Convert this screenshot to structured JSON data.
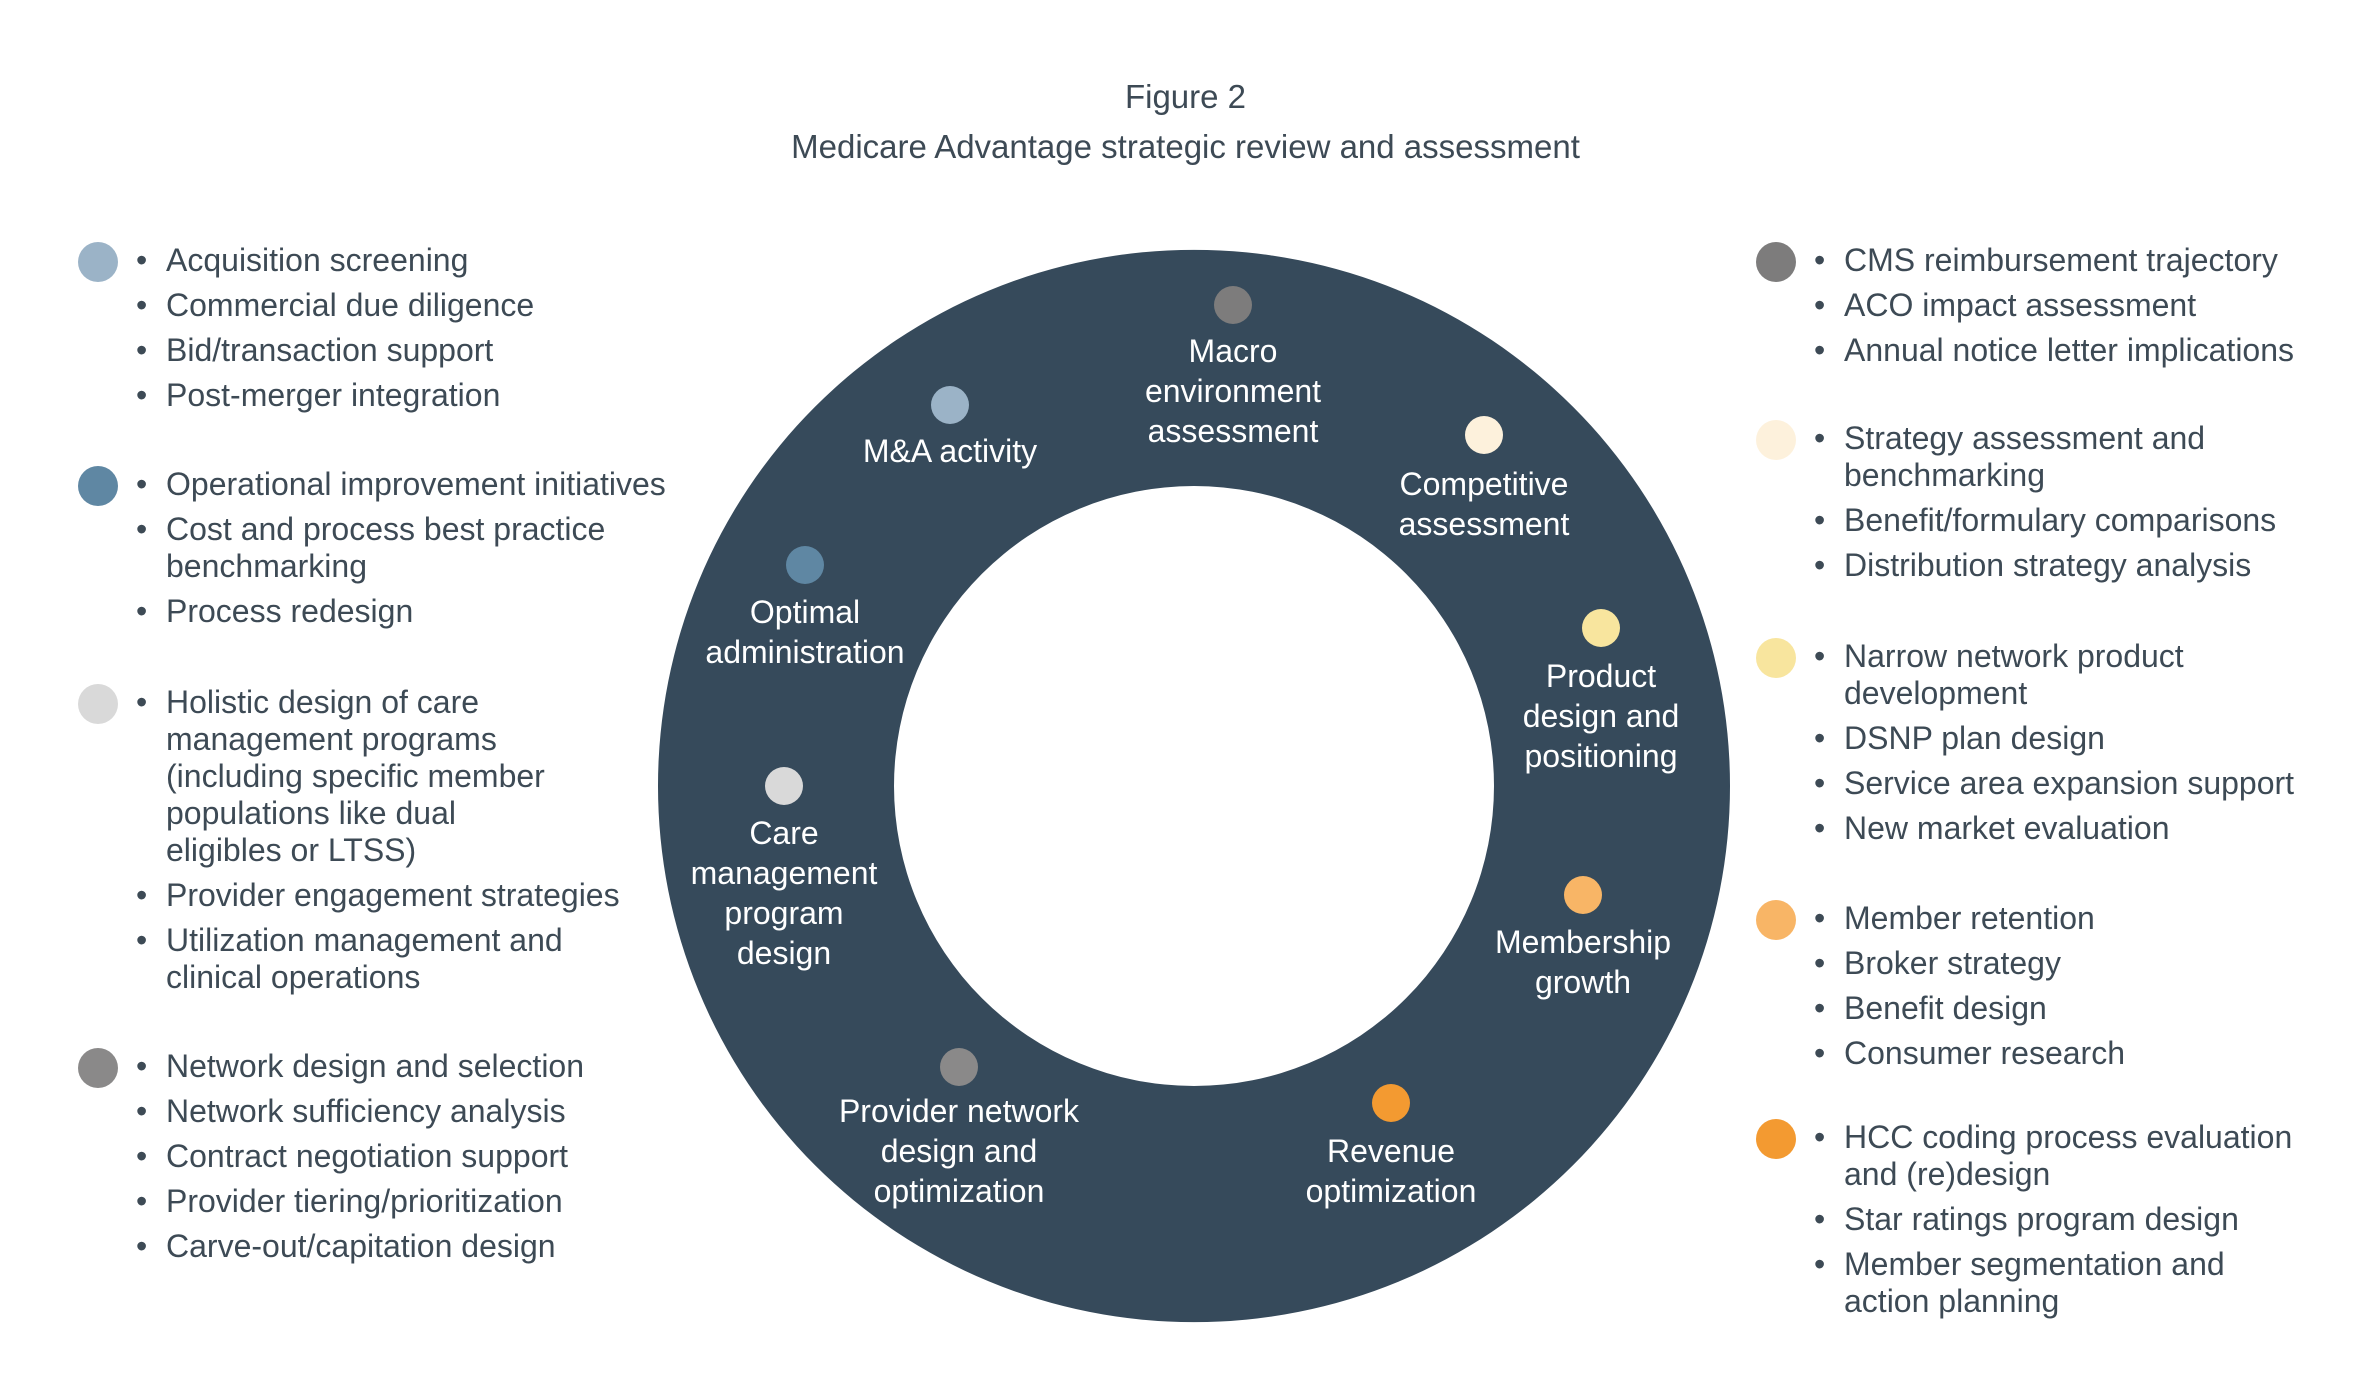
{
  "figure": {
    "label": "Figure 2",
    "title": "Medicare Advantage strategic review and assessment"
  },
  "colors": {
    "ring": "#364a5b",
    "text": "#3d4a55",
    "light_blue": "#9bb3c7",
    "steel_blue": "#5f87a3",
    "light_gray": "#d9d9d9",
    "mid_gray": "#8a8989",
    "dark_gray": "#7d7c7c",
    "cream": "#fdf1dc",
    "pale_yellow": "#f8e59e",
    "light_orange": "#f8b566",
    "orange": "#f39a31"
  },
  "ring": {
    "segments": [
      {
        "label_lines": [
          "Macro",
          "environment",
          "assessment"
        ],
        "color": "#7d7c7c"
      },
      {
        "label_lines": [
          "Competitive",
          "assessment"
        ],
        "color": "#fdf1dc"
      },
      {
        "label_lines": [
          "Product",
          "design and",
          "positioning"
        ],
        "color": "#f8e59e"
      },
      {
        "label_lines": [
          "Membership",
          "growth"
        ],
        "color": "#f8b566"
      },
      {
        "label_lines": [
          "Revenue",
          "optimization"
        ],
        "color": "#f39a31"
      },
      {
        "label_lines": [
          "Provider network",
          "design and",
          "optimization"
        ],
        "color": "#8a8989"
      },
      {
        "label_lines": [
          "Care",
          "management",
          "program",
          "design"
        ],
        "color": "#d9d9d9"
      },
      {
        "label_lines": [
          "Optimal",
          "administration"
        ],
        "color": "#5f87a3"
      },
      {
        "label_lines": [
          "M&A activity"
        ],
        "color": "#9bb3c7"
      }
    ]
  },
  "left_groups": [
    {
      "color": "#9bb3c7",
      "items": [
        "Acquisition screening",
        "Commercial due diligence",
        "Bid/transaction support",
        "Post-merger integration"
      ]
    },
    {
      "color": "#5f87a3",
      "items": [
        "Operational improvement initiatives",
        "Cost and process best practice\nbenchmarking",
        "Process redesign"
      ]
    },
    {
      "color": "#d9d9d9",
      "items": [
        "Holistic design of care\nmanagement programs\n(including specific member\npopulations like dual\neligibles or LTSS)",
        "Provider engagement strategies",
        "Utilization management and\nclinical operations"
      ]
    },
    {
      "color": "#8a8989",
      "items": [
        "Network design and selection",
        "Network sufficiency analysis",
        "Contract negotiation support",
        "Provider tiering/prioritization",
        "Carve-out/capitation design"
      ]
    }
  ],
  "right_groups": [
    {
      "color": "#7d7c7c",
      "items": [
        "CMS reimbursement trajectory",
        "ACO impact assessment",
        "Annual notice letter implications"
      ]
    },
    {
      "color": "#fdf1dc",
      "items": [
        "Strategy assessment and\nbenchmarking",
        "Benefit/formulary comparisons",
        "Distribution strategy analysis"
      ]
    },
    {
      "color": "#f8e59e",
      "items": [
        "Narrow network product\ndevelopment",
        "DSNP plan design",
        "Service area expansion support",
        "New market evaluation"
      ]
    },
    {
      "color": "#f8b566",
      "items": [
        "Member retention",
        "Broker strategy",
        "Benefit design",
        "Consumer research"
      ]
    },
    {
      "color": "#f39a31",
      "items": [
        "HCC coding process evaluation\nand (re)design",
        "Star ratings program design",
        "Member segmentation and\naction planning"
      ]
    }
  ]
}
